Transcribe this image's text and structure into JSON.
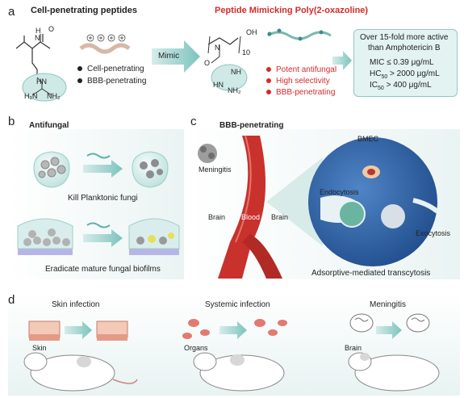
{
  "panel_a": {
    "letter": "a",
    "title_left": "Cell-penetrating peptides",
    "title_right": "Peptide Mimicking Poly(2-oxazoline)",
    "peptide_bullets": [
      "Cell-penetrating",
      "BBB-penetrating"
    ],
    "mimic_label": "Mimic",
    "polymer_bullets": [
      "Potent antifungal",
      "High selectivity",
      "BBB-penetrating"
    ],
    "chem_oh": "OH",
    "chem_subscript": "10",
    "chem_h2n": "H₂N",
    "chem_nh2": "NH₂",
    "chem_hn": "HN",
    "chem_nh": "NH",
    "chem_n": "N",
    "chem_h": "H",
    "chem_o": "O",
    "info_line1": "Over 15-fold more active",
    "info_line2": "than Amphotericin B",
    "info_mic": "MIC  ≤ 0.39 μg/mL",
    "info_hc": "HC",
    "info_hc_sub": "50",
    "info_hc_val": " > 2000 μg/mL",
    "info_ic": "IC",
    "info_ic_sub": "50",
    "info_ic_val": " > 400 μg/mL"
  },
  "panel_b": {
    "letter": "b",
    "title": "Antifungal",
    "caption_top": "Kill Planktonic fungi",
    "caption_bottom": "Eradicate mature fungal biofilms"
  },
  "panel_c": {
    "letter": "c",
    "title": "BBB-penetrating",
    "meningitis": "Meningitis",
    "brain_left": "Brain",
    "blood": "Blood",
    "brain_right": "Brain",
    "bmec": "BMEC",
    "endocytosis": "Endocytosis",
    "exocytosis": "Exocytosis",
    "caption": "Adsorptive-mediated transcytosis"
  },
  "panel_d": {
    "letter": "d",
    "skin_title": "Skin infection",
    "skin_label": "Skin",
    "systemic_title": "Systemic infection",
    "organs_label": "Organs",
    "meningitis_title": "Meningitis",
    "brain_label": "Brain"
  },
  "colors": {
    "accent_red": "#d62a2a",
    "teal": "#5fb3ad",
    "cell_blue": "#2f5d9e",
    "vessel_red": "#c8312c",
    "panel_bg": "#e9f4f3"
  }
}
